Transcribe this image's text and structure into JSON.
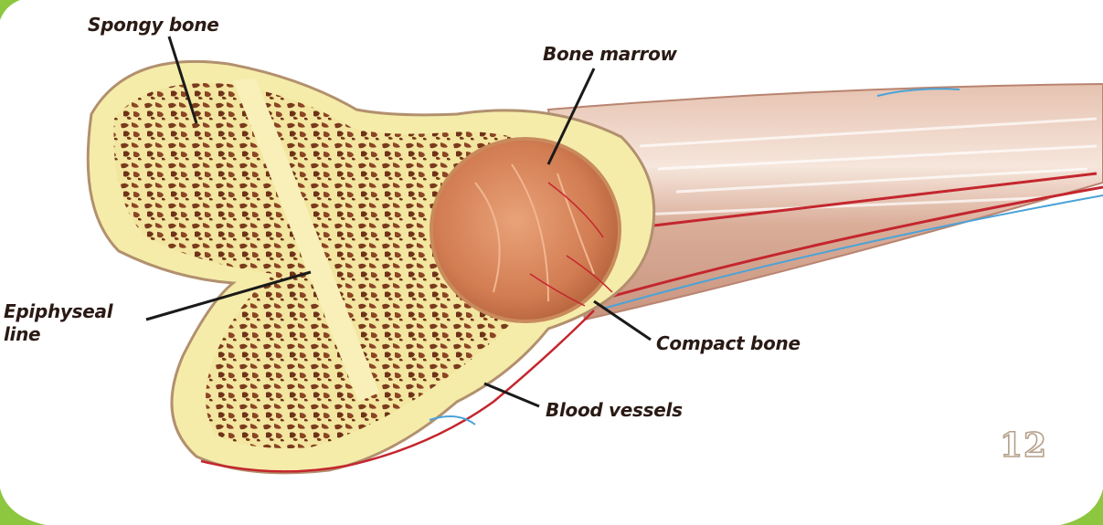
{
  "labels": {
    "spongy_bone": "Spongy bone",
    "bone_marrow": "Bone marrow",
    "epiphyseal_line_1": "Epiphyseal",
    "epiphyseal_line_2": "line",
    "compact_bone": "Compact bone",
    "blood_vessels": "Blood vessels"
  },
  "slide_number": "12",
  "colors": {
    "frame_green": "#8dc63f",
    "bone_cream": "#f7eda3",
    "spongy_brown": "#7a3b1d",
    "marrow": "#d9865a",
    "shaft": "#e8c9b8",
    "blood_red": "#c4262e",
    "vessel_blue": "#4aa3d8"
  }
}
